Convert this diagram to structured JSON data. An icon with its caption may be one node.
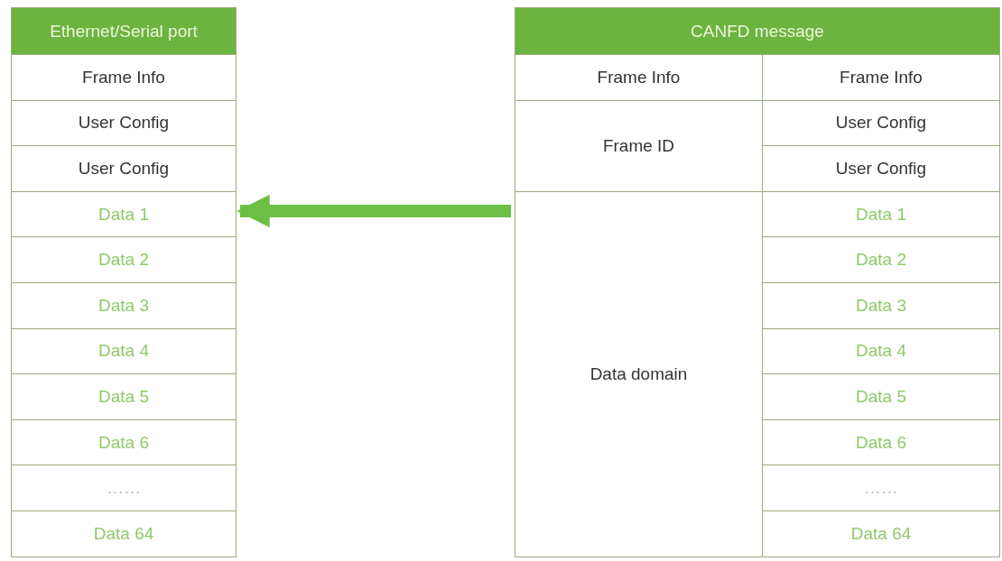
{
  "diagram": {
    "nodes": [
      {
        "text": [
          "Ethernet/Serial port"
        ]
      },
      {
        "text": [
          "Frame Info"
        ],
        "in": 0
      },
      {
        "text": [
          "User Config"
        ],
        "in": 0
      },
      {
        "text": [
          "User Config"
        ],
        "in": 0
      },
      {
        "text": [
          "Data 1"
        ],
        "in": 0
      },
      {
        "text": [
          "Data 2"
        ],
        "in": 0
      },
      {
        "text": [
          "Data 3"
        ],
        "in": 0
      },
      {
        "text": [
          "Data 4"
        ],
        "in": 0
      },
      {
        "text": [
          "Data 5"
        ],
        "in": 0
      },
      {
        "text": [
          "Data 6"
        ],
        "in": 0
      },
      {
        "text": [
          "……"
        ],
        "in": 0
      },
      {
        "text": [
          "Data 64"
        ],
        "in": 0
      },
      {
        "text": [
          "CANFD message"
        ]
      },
      {
        "text": [
          "Frame Info"
        ],
        "in": 12
      },
      {
        "text": [
          "Frame Info"
        ],
        "in": 12
      },
      {
        "text": [
          "Frame ID"
        ],
        "in": 12
      },
      {
        "text": [
          "User Config"
        ],
        "in": 12
      },
      {
        "text": [
          "User Config"
        ],
        "in": 12
      },
      {
        "text": [
          "Data domain"
        ],
        "in": 12
      },
      {
        "text": [
          "Data 1"
        ],
        "in": 12
      },
      {
        "text": [
          "Data 2"
        ],
        "in": 12
      },
      {
        "text": [
          "Data 3"
        ],
        "in": 12
      },
      {
        "text": [
          "Data 4"
        ],
        "in": 12
      },
      {
        "text": [
          "Data 5"
        ],
        "in": 12
      },
      {
        "text": [
          "Data 6"
        ],
        "in": 12
      },
      {
        "text": [
          "……"
        ],
        "in": 12
      },
      {
        "text": [
          "Data 64"
        ],
        "in": 12
      }
    ],
    "edges": [
      {
        "from": 12,
        "to": 0,
        "arrow": "to"
      }
    ]
  }
}
